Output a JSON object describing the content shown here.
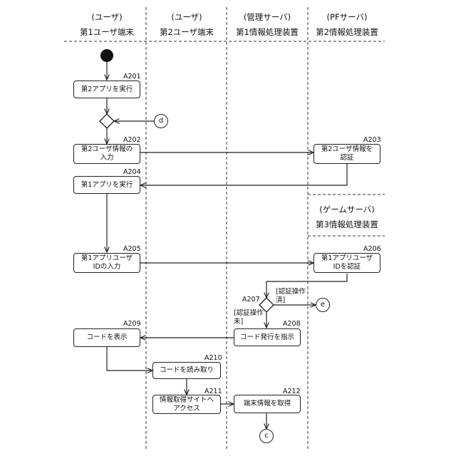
{
  "lanes": [
    {
      "role": "(ユーザ)",
      "title": "第1ユーザ端末"
    },
    {
      "role": "(ユーザ)",
      "title": "第2ユーザ端末"
    },
    {
      "role": "(管理サーバ)",
      "title": "第1情報処理装置"
    },
    {
      "role": "(PFサーバ)",
      "title": "第2情報処理装置"
    }
  ],
  "subLane": {
    "role": "(ゲームサーバ)",
    "title": "第3情報処理装置"
  },
  "activities": {
    "a201": {
      "step": "A201",
      "label": "第2アプリを実行"
    },
    "a202": {
      "step": "A202",
      "label": "第2ユーザ情報の\n入力"
    },
    "a203": {
      "step": "A203",
      "label": "第2ユーザ情報を\n認証"
    },
    "a204": {
      "step": "A204",
      "label": "第1アプリを実行"
    },
    "a205": {
      "step": "A205",
      "label": "第1アプリユーザ\nIDの入力"
    },
    "a206": {
      "step": "A206",
      "label": "第1アプリユーザ\nIDを認証"
    },
    "a207": {
      "step": "A207"
    },
    "a208": {
      "step": "A208",
      "label": "コード発行を指示"
    },
    "a209": {
      "step": "A209",
      "label": "コードを表示"
    },
    "a210": {
      "step": "A210",
      "label": "コードを読み取り"
    },
    "a211": {
      "step": "A211",
      "label": "情報取得サイトへ\nアクセス"
    },
    "a212": {
      "step": "A212",
      "label": "端末情報を取得"
    }
  },
  "guards": {
    "done": "[認証操作\n済]",
    "notDone": "[認証操作\n未]"
  },
  "connectors": {
    "d": "d",
    "e": "e",
    "c": "c"
  }
}
